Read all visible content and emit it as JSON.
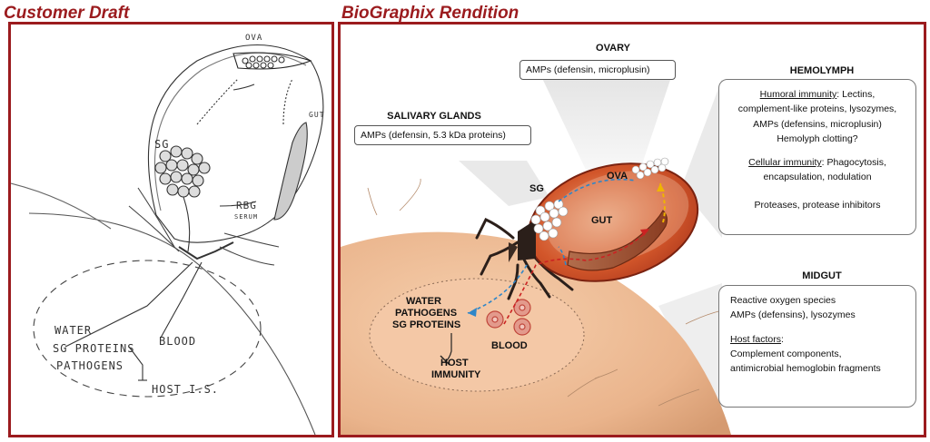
{
  "left_panel": {
    "title": "Customer Draft",
    "labels": {
      "ova": "OVA",
      "sg": "SG",
      "gut": "GUT",
      "rbg": "RBG",
      "rbg_sub": "SERUM",
      "water": "WATER",
      "sg_proteins": "SG PROTEINS",
      "pathogens": "PATHOGENS",
      "blood": "BLOOD",
      "host_is": "HOST I.S."
    }
  },
  "right_panel": {
    "title": "BioGraphix Rendition",
    "ovary": {
      "title": "OVARY",
      "text": "AMPs (defensin, microplusin)"
    },
    "salivary": {
      "title": "SALIVARY GLANDS",
      "text": "AMPs (defensin, 5.3 kDa proteins)"
    },
    "hemolymph": {
      "title": "HEMOLYMPH",
      "humoral_head": "Humoral immunity",
      "lines": [
        ": Lectins,",
        "complement-like proteins, lysozymes,",
        "AMPs (defensins, microplusin)",
        "Hemolyph clotting?"
      ],
      "cellular_head": "Cellular immunity",
      "cellular_lines": [
        ": Phagocytosis,",
        "encapsulation, nodulation"
      ],
      "proteases": "Proteases, protease inhibitors"
    },
    "midgut": {
      "title": "MIDGUT",
      "lines": [
        "Reactive oxygen species",
        "AMPs (defensins), lysozymes"
      ],
      "host_head": "Host factors",
      "host_colon": ":",
      "host_lines": [
        "Complement components,",
        "antimicrobial hemoglobin fragments"
      ]
    },
    "tick_labels": {
      "sg": "SG",
      "ova": "OVA",
      "gut": "GUT"
    },
    "bite_labels": {
      "water": "WATER",
      "pathogens": "PATHOGENS",
      "sg_proteins": "SG PROTEINS",
      "blood": "BLOOD",
      "host": "HOST",
      "immunity": "IMMUNITY"
    }
  },
  "colors": {
    "brand_red": "#9b1b1e",
    "tick_body": "#d2562a",
    "skin": "#eab48c",
    "arrow_blue": "#2e86c8",
    "arrow_red": "#cc2222",
    "arrow_yellow": "#f0b400"
  }
}
